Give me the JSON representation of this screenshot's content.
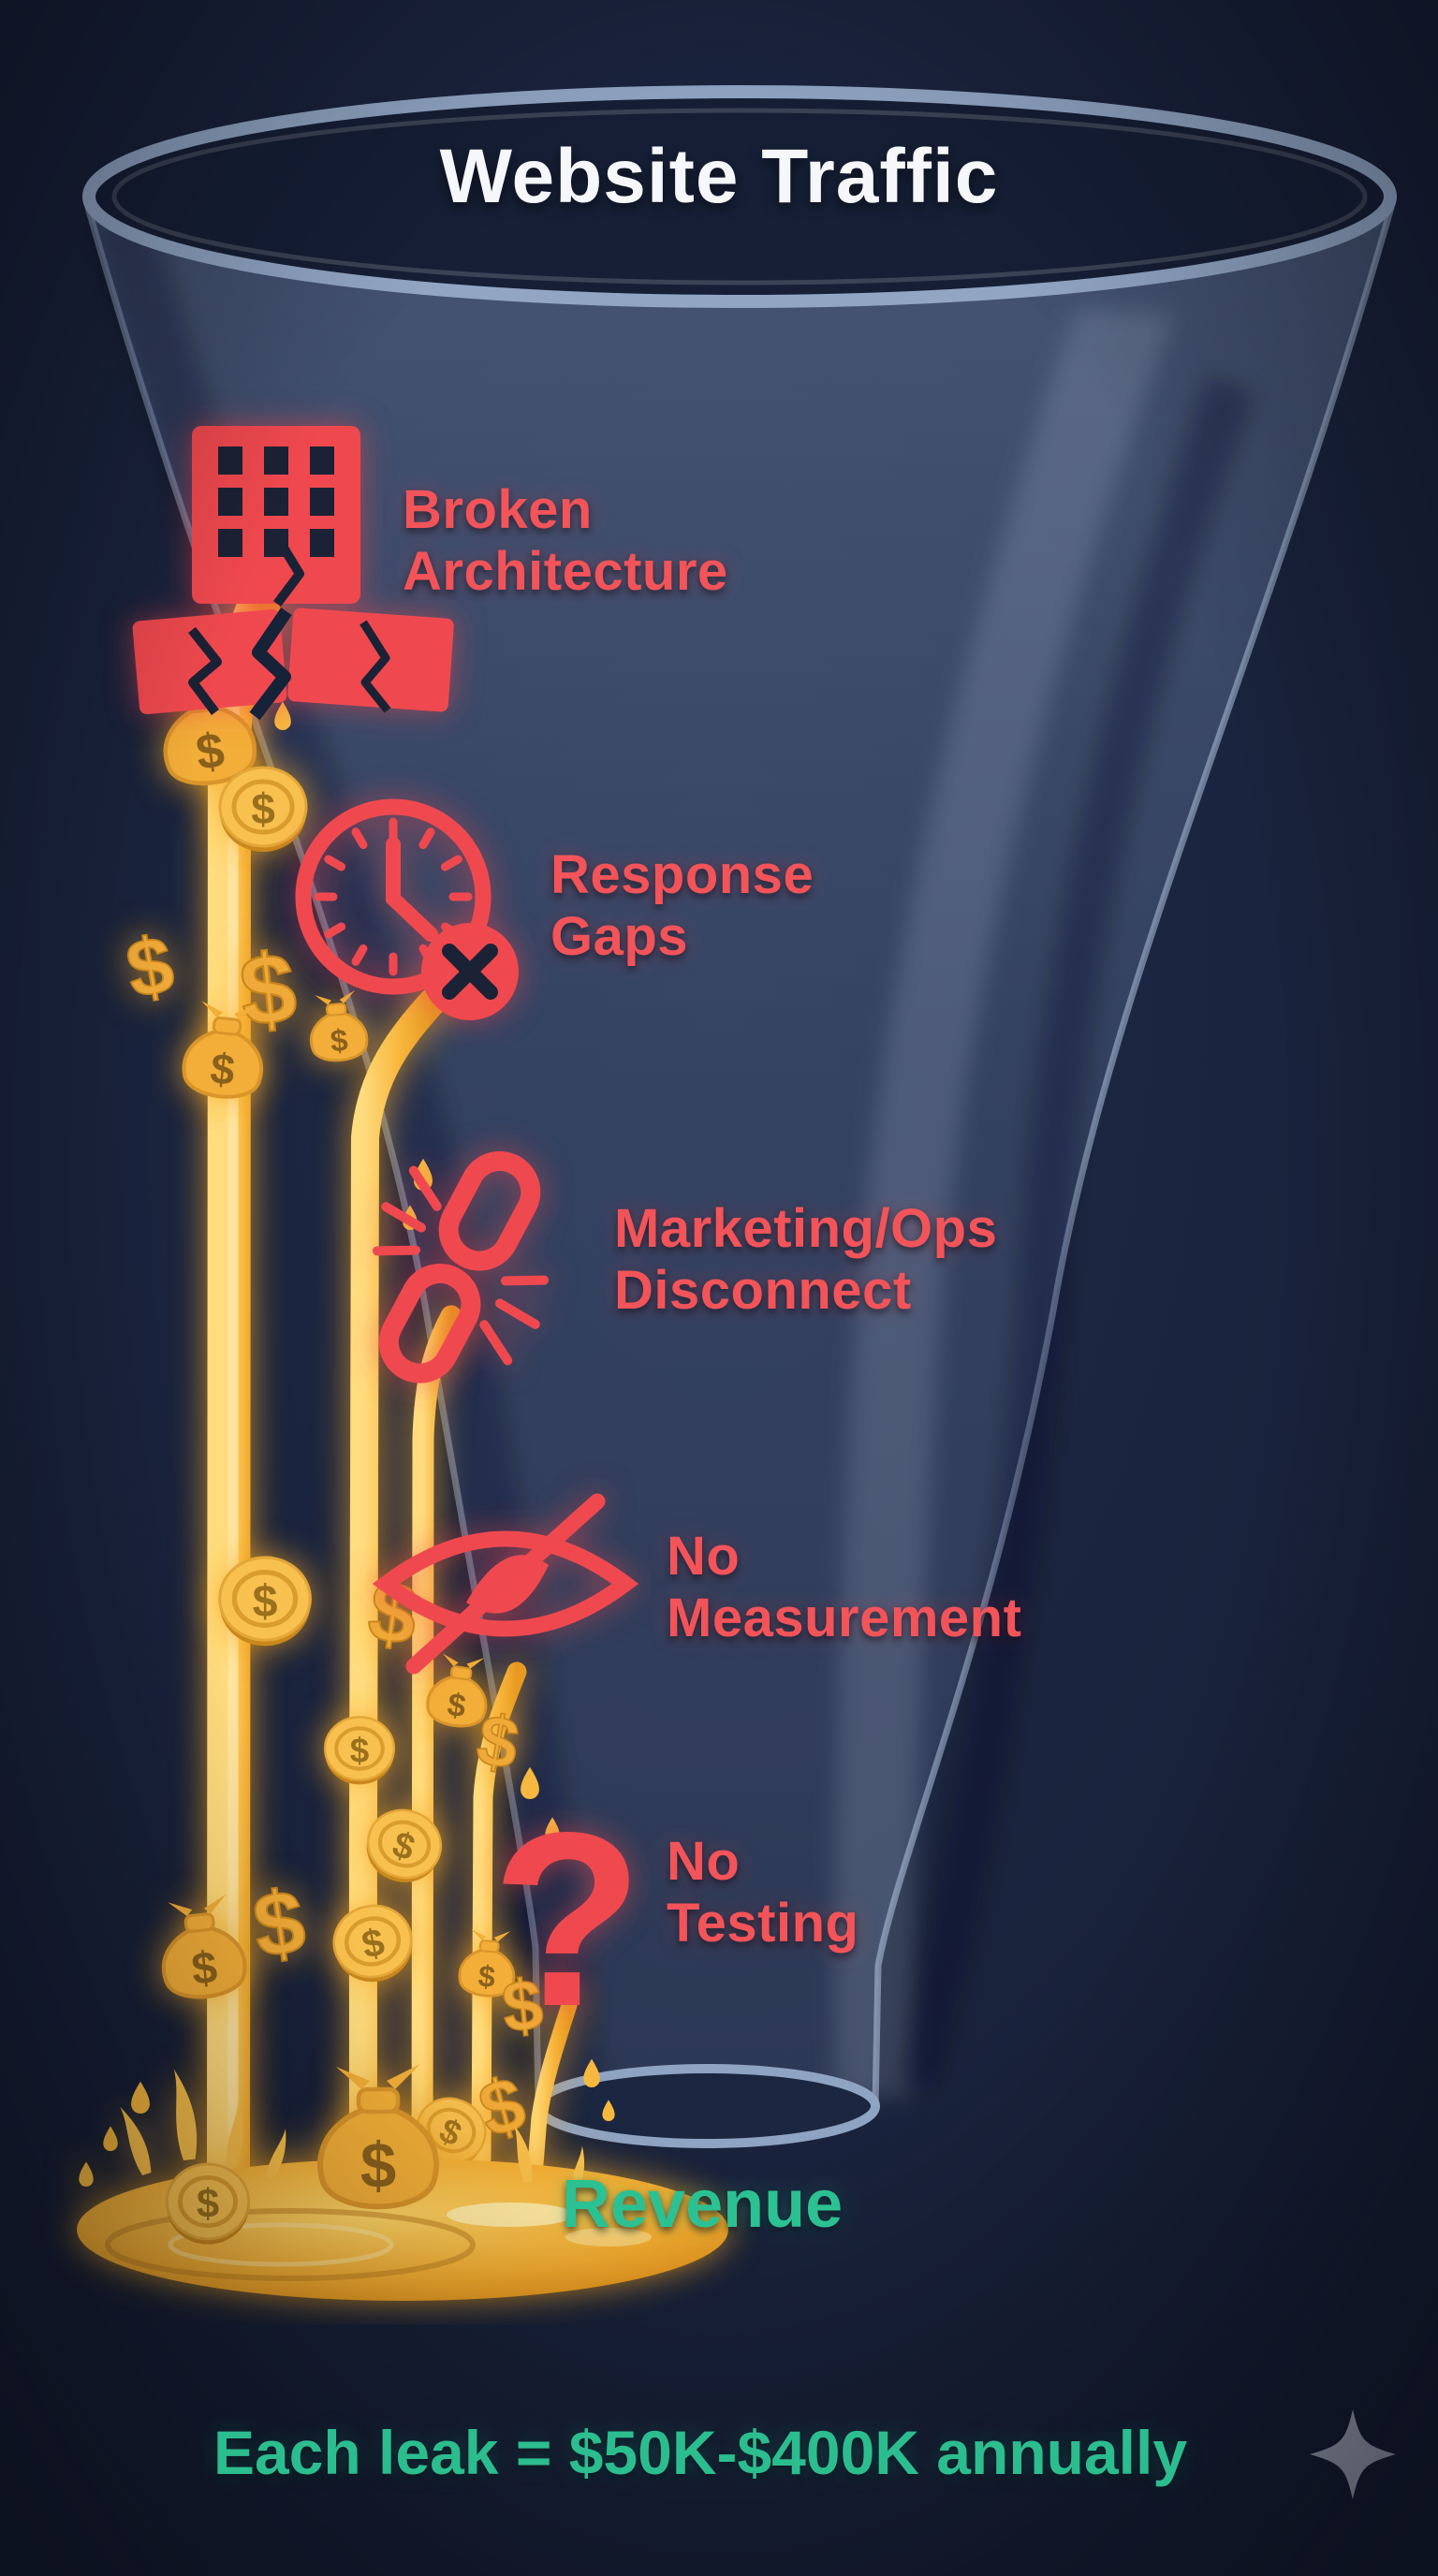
{
  "title": "Website Traffic",
  "leaks": [
    {
      "name": "broken-architecture",
      "icon": "building-crack-icon",
      "lines": [
        "Broken",
        "Architecture"
      ]
    },
    {
      "name": "response-gaps",
      "icon": "clock-x-icon",
      "lines": [
        "Response",
        "Gaps"
      ]
    },
    {
      "name": "marketing-ops-disconnect",
      "icon": "broken-chain-icon",
      "lines": [
        "Marketing/Ops",
        "Disconnect"
      ]
    },
    {
      "name": "no-measurement",
      "icon": "eye-slash-icon",
      "lines": [
        "No",
        "Measurement"
      ]
    },
    {
      "name": "no-testing",
      "icon": "question-mark-icon",
      "icon_glyph": "?",
      "lines": [
        "No",
        "Testing"
      ]
    }
  ],
  "outcome": {
    "label": "Revenue"
  },
  "caption": "Each leak = $50K-$400K annually",
  "currency_symbol": "$",
  "decor": {
    "sparkle": "sparkle-icon"
  },
  "colors": {
    "background": "#18213A",
    "funnel_fill": "#3C4C6E",
    "funnel_rim": "#96AACA",
    "alert_red": "#F0484E",
    "money_gold": "#F6B742",
    "revenue_green": "#2CC192",
    "title_white": "#F5F7FA",
    "sparkle_gray": "#A9B1BE"
  }
}
